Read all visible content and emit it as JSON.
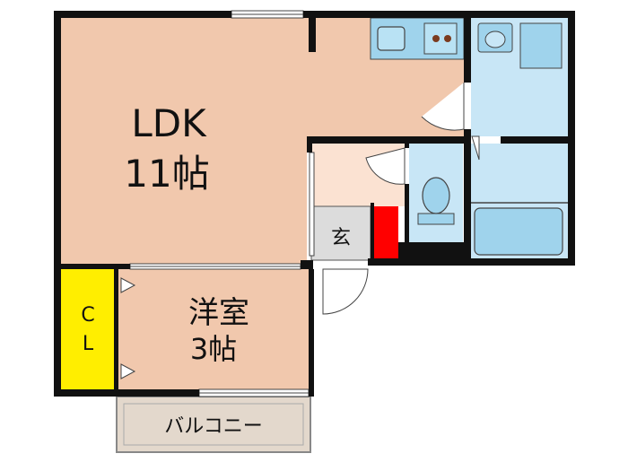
{
  "rooms": {
    "ldk": {
      "name": "LDK",
      "size": "11帖"
    },
    "western_room": {
      "name": "洋室",
      "size": "3帖"
    },
    "closet": {
      "line1": "C",
      "line2": "L"
    },
    "entrance": {
      "name": "玄"
    },
    "balcony": {
      "name": "バルコニー"
    }
  },
  "colors": {
    "living_floor": "#f1c8ad",
    "entrance_floor": "#fbe2d2",
    "wet_area": "#c8e6f6",
    "fixture": "#9fd3ec",
    "closet": "#ffee00",
    "shoe_box": "#ff0000",
    "entrance_tile": "#dcdcdc",
    "balcony": "#e3d8cc",
    "wall": "#111111"
  }
}
